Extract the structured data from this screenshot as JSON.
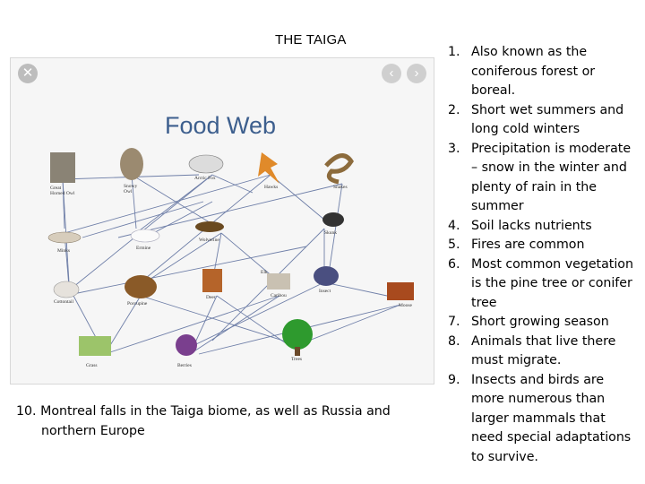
{
  "page": {
    "title": "THE TAIGA"
  },
  "figure": {
    "heading": "Food Web",
    "controls": {
      "close": "✕",
      "prev": "‹",
      "next": "›"
    },
    "organisms": [
      {
        "key": "owl",
        "label": "Great Horned Owl"
      },
      {
        "key": "snowy_owl",
        "label": "Snowy Owl"
      },
      {
        "key": "arctic_fox",
        "label": "Arctic Fox"
      },
      {
        "key": "hawk",
        "label": "Hawks"
      },
      {
        "key": "snake",
        "label": "Snakes"
      },
      {
        "key": "mink",
        "label": "Minks"
      },
      {
        "key": "ermine",
        "label": "Ermine"
      },
      {
        "key": "wolverine",
        "label": "Wolverine"
      },
      {
        "key": "skunk",
        "label": "Skunk"
      },
      {
        "key": "cottontail",
        "label": "Cottontail"
      },
      {
        "key": "porcupine",
        "label": "Porcupine"
      },
      {
        "key": "deer",
        "label": "Deer"
      },
      {
        "key": "elk",
        "label": "Elk"
      },
      {
        "key": "caribou",
        "label": "Caribou"
      },
      {
        "key": "insect",
        "label": "Insect"
      },
      {
        "key": "moose",
        "label": "Moose"
      },
      {
        "key": "grass",
        "label": "Grass"
      },
      {
        "key": "berries",
        "label": "Berries"
      },
      {
        "key": "trees",
        "label": "Trees"
      }
    ]
  },
  "facts": [
    {
      "num": "1.",
      "text": "Also known as the coniferous forest or boreal."
    },
    {
      "num": "2.",
      "text": "Short wet summers and long cold winters"
    },
    {
      "num": "3.",
      "text": "Precipitation is moderate – snow in the winter and plenty of rain in the summer"
    },
    {
      "num": "4.",
      "text": "Soil lacks nutrients"
    },
    {
      "num": "5.",
      "text": "Fires are common"
    },
    {
      "num": "6.",
      "text": "Most common vegetation is the pine tree or conifer tree"
    },
    {
      "num": "7.",
      "text": "Short growing season"
    },
    {
      "num": "8.",
      "text": "Animals that live there must migrate."
    },
    {
      "num": "9.",
      "text": "Insects and birds are more numerous than larger mammals that need special adaptations to survive."
    }
  ],
  "note": "10. Montreal falls in the Taiga biome, as well as Russia and northern Europe"
}
